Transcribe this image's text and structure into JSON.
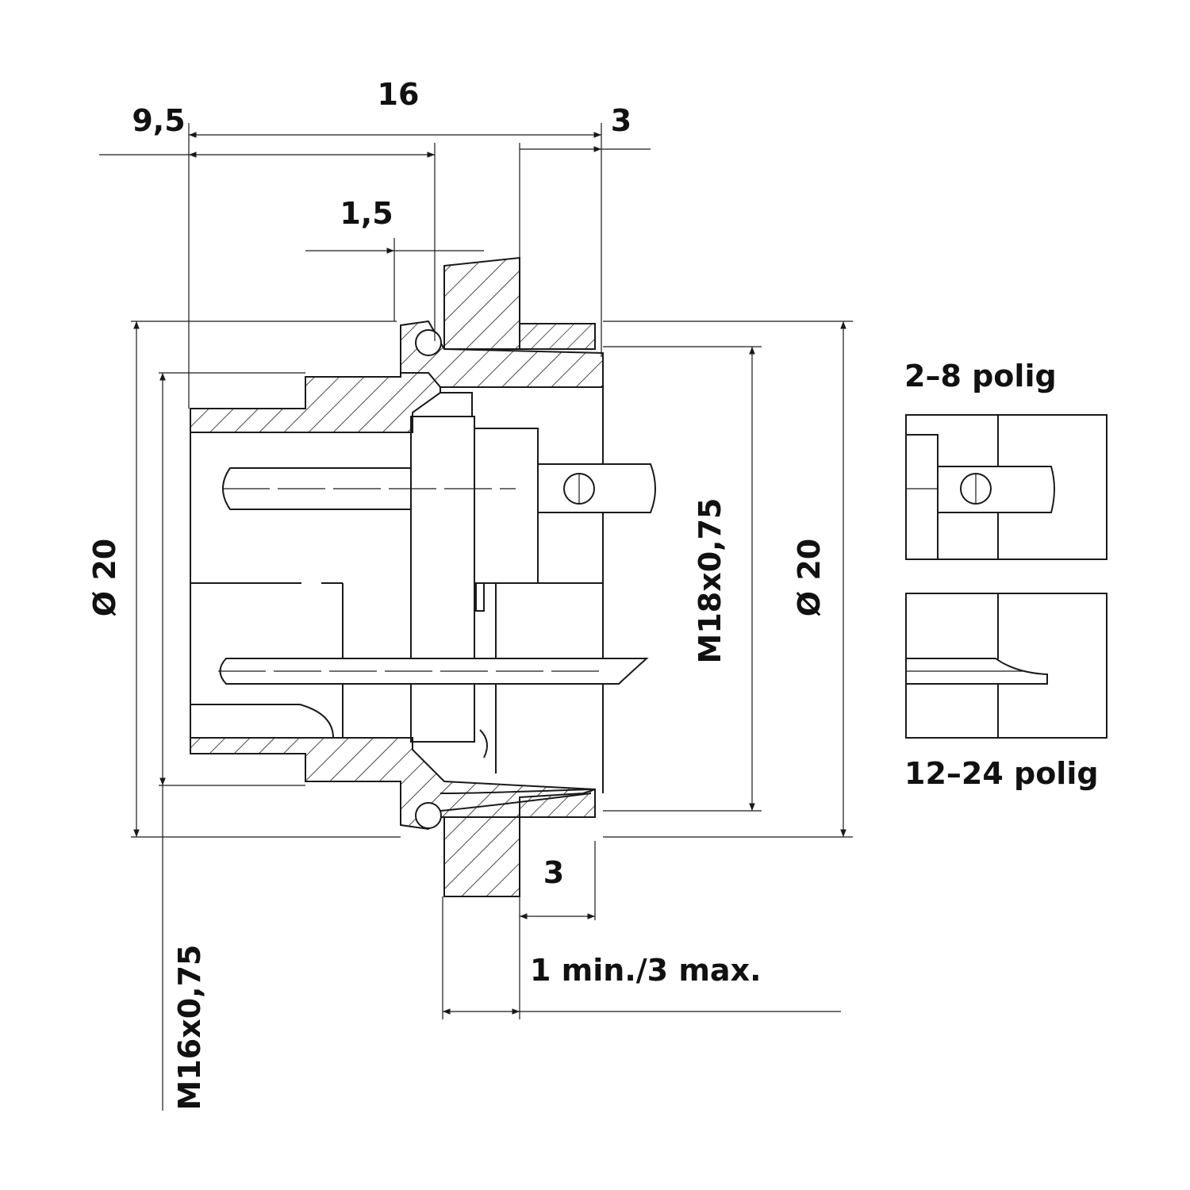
{
  "dimensions": {
    "d_16": "16",
    "d_9_5": "9,5",
    "d_3_top": "3",
    "d_1_5": "1,5",
    "d_dia20_left": "Ø 20",
    "d_m16": "M16x0,75",
    "d_m18": "M18x0,75",
    "d_dia20_right": "Ø 20",
    "d_3_bottom": "3",
    "d_panel": "1 min./3 max."
  },
  "variants": {
    "top_label": "2–8 polig",
    "bottom_label": "12–24 polig"
  },
  "colors": {
    "line": "#1a1a1a",
    "background": "#ffffff"
  }
}
